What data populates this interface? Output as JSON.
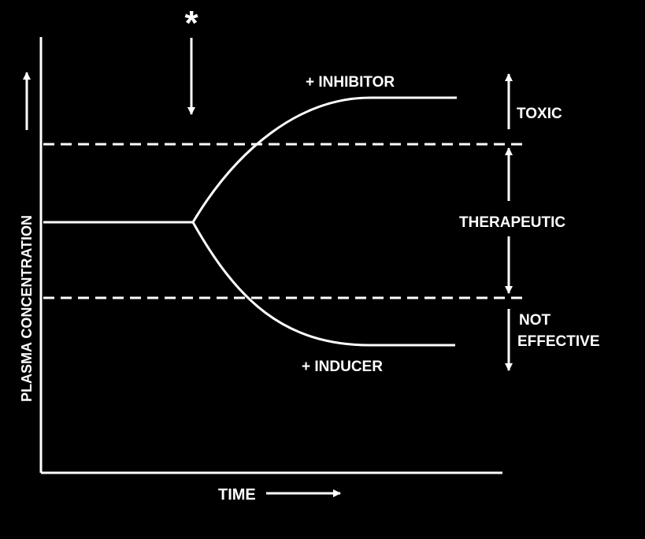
{
  "figure": {
    "foreground": "#ffffff",
    "background": "#000000",
    "marker": "*",
    "y_axis_label": "PLASMA CONCENTRATION",
    "x_axis_label": "TIME",
    "curves": {
      "upper_label": "+ INHIBITOR",
      "lower_label": "+ INDUCER"
    },
    "zones": {
      "toxic": "TOXIC",
      "therapeutic": "THERAPEUTIC",
      "not_effective_line1": "NOT",
      "not_effective_line2": "EFFECTIVE"
    }
  }
}
